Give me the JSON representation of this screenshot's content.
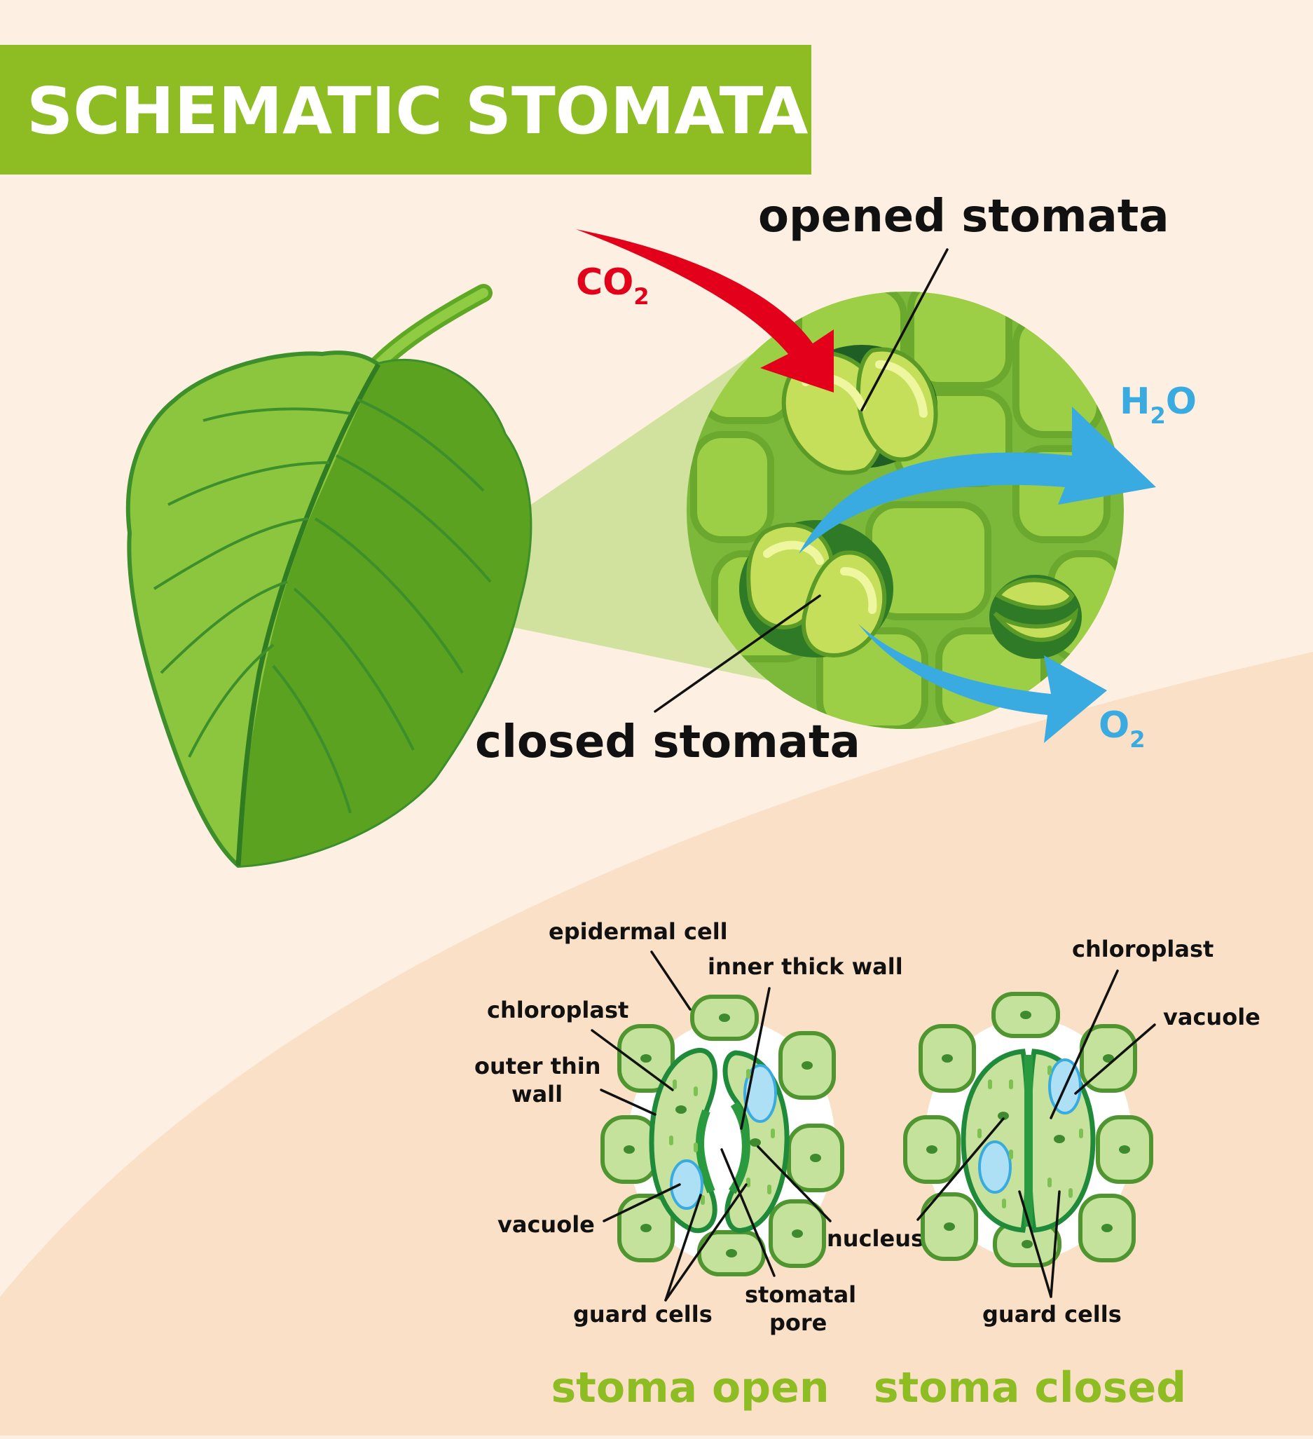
{
  "title": "SCHEMATIC STOMATA",
  "colors": {
    "title_bg": "#8ebd23",
    "title_text": "#ffffff",
    "co2": "#e2001a",
    "h2o": "#3aabe0",
    "caption_green": "#8ebd23",
    "label_text": "#111111"
  },
  "magnified": {
    "opened_label": "opened stomata",
    "closed_label": "closed stomata",
    "gases": {
      "co2": {
        "base": "CO",
        "sub": "2"
      },
      "h2o": {
        "base": "H",
        "sub": "2",
        "tail": "O"
      },
      "o2": {
        "base": "O",
        "sub": "2"
      }
    }
  },
  "open_diagram": {
    "labels": {
      "epidermal_cell": "epidermal cell",
      "inner_thick_wall": "inner thick wall",
      "chloroplast": "chloroplast",
      "outer_thin_wall_1": "outer thin",
      "outer_thin_wall_2": "wall",
      "vacuole": "vacuole",
      "nucleus": "nucleus",
      "guard_cells": "guard cells",
      "stomatal_pore_1": "stomatal",
      "stomatal_pore_2": "pore"
    },
    "caption": "stoma open"
  },
  "closed_diagram": {
    "labels": {
      "chloroplast": "chloroplast",
      "vacuole": "vacuole",
      "guard_cells": "guard cells"
    },
    "caption": "stoma closed"
  },
  "icons": {
    "leaf": "leaf-icon",
    "magnifier": "magnified-stomata-circle",
    "co2_arrow": "arrow-in-icon",
    "h2o_arrow": "arrow-out-icon",
    "o2_arrow": "arrow-out-icon"
  }
}
